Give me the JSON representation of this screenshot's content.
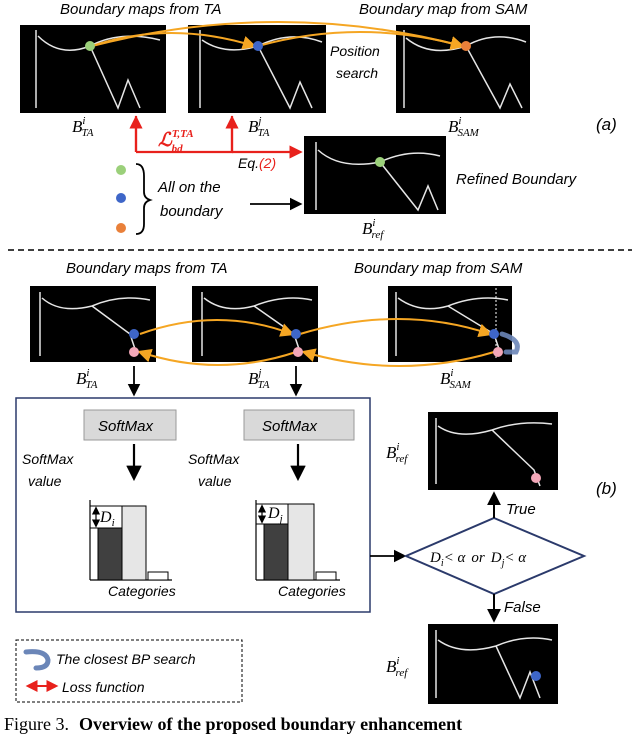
{
  "colors": {
    "arrow_orange": "#F5A623",
    "loss_red": "#E8211C",
    "panel_border": "#2B3A6B",
    "softmax_box": "#D9D9D9",
    "pt_green": "#9BD07A",
    "pt_blue": "#3E66C8",
    "pt_orange": "#E9803A",
    "pt_pink": "#F2A7B8",
    "search_icon": "#6B86B8"
  },
  "part_a": {
    "title_ta": "Boundary maps from TA",
    "title_sam": "Boundary map from SAM",
    "position_search_1": "Position",
    "position_search_2": "search",
    "label_b_ta_i": {
      "base": "B",
      "sup": "i",
      "sub": "TA"
    },
    "label_b_ta_j": {
      "base": "B",
      "sup": "j",
      "sub": "TA"
    },
    "label_b_sam_i": {
      "base": "B",
      "sup": "i",
      "sub": "SAM"
    },
    "loss_label": {
      "base": "ℒ",
      "sup": "T,TA",
      "sub": "bd"
    },
    "eq_label_prefix": "Eq.",
    "eq_label_ref": "(2)",
    "all_on_line1": "All on the",
    "all_on_line2": "boundary",
    "refined_boundary": "Refined Boundary",
    "label_b_ref_i": {
      "base": "B",
      "sup": "i",
      "sub": "ref"
    },
    "panel_tag": "(a)"
  },
  "part_b": {
    "title_ta": "Boundary maps from TA",
    "title_sam": "Boundary map from SAM",
    "label_b_ta_i": {
      "base": "B",
      "sup": "i",
      "sub": "TA"
    },
    "label_b_ta_j": {
      "base": "B",
      "sup": "j",
      "sub": "TA"
    },
    "label_b_sam_i": {
      "base": "B",
      "sup": "i",
      "sub": "SAM"
    },
    "softmax_1": "SoftMax",
    "softmax_2": "SoftMax",
    "softmax_value_1a": "SoftMax",
    "softmax_value_1b": "value",
    "softmax_value_2a": "SoftMax",
    "softmax_value_2b": "value",
    "d_i": {
      "base": "D",
      "sub": "i"
    },
    "d_j": {
      "base": "D",
      "sub": "j"
    },
    "categories_1": "Categories",
    "categories_2": "Categories",
    "condition": {
      "d_i": "D",
      "sub_i": "i",
      "lt1": "< α",
      "or": "or",
      "d_j": "D",
      "sub_j": "j",
      "lt2": "< α"
    },
    "true_label": "True",
    "false_label": "False",
    "label_b_ref_top": {
      "base": "B",
      "sup": "i",
      "sub": "ref"
    },
    "label_b_ref_bottom": {
      "base": "B",
      "sup": "i",
      "sub": "ref"
    },
    "panel_tag": "(b)",
    "legend_search": "The closest BP search",
    "legend_loss": "Loss function"
  },
  "caption": {
    "prefix": "Figure 3.",
    "bold": "Overview of the proposed boundary enhancement"
  }
}
